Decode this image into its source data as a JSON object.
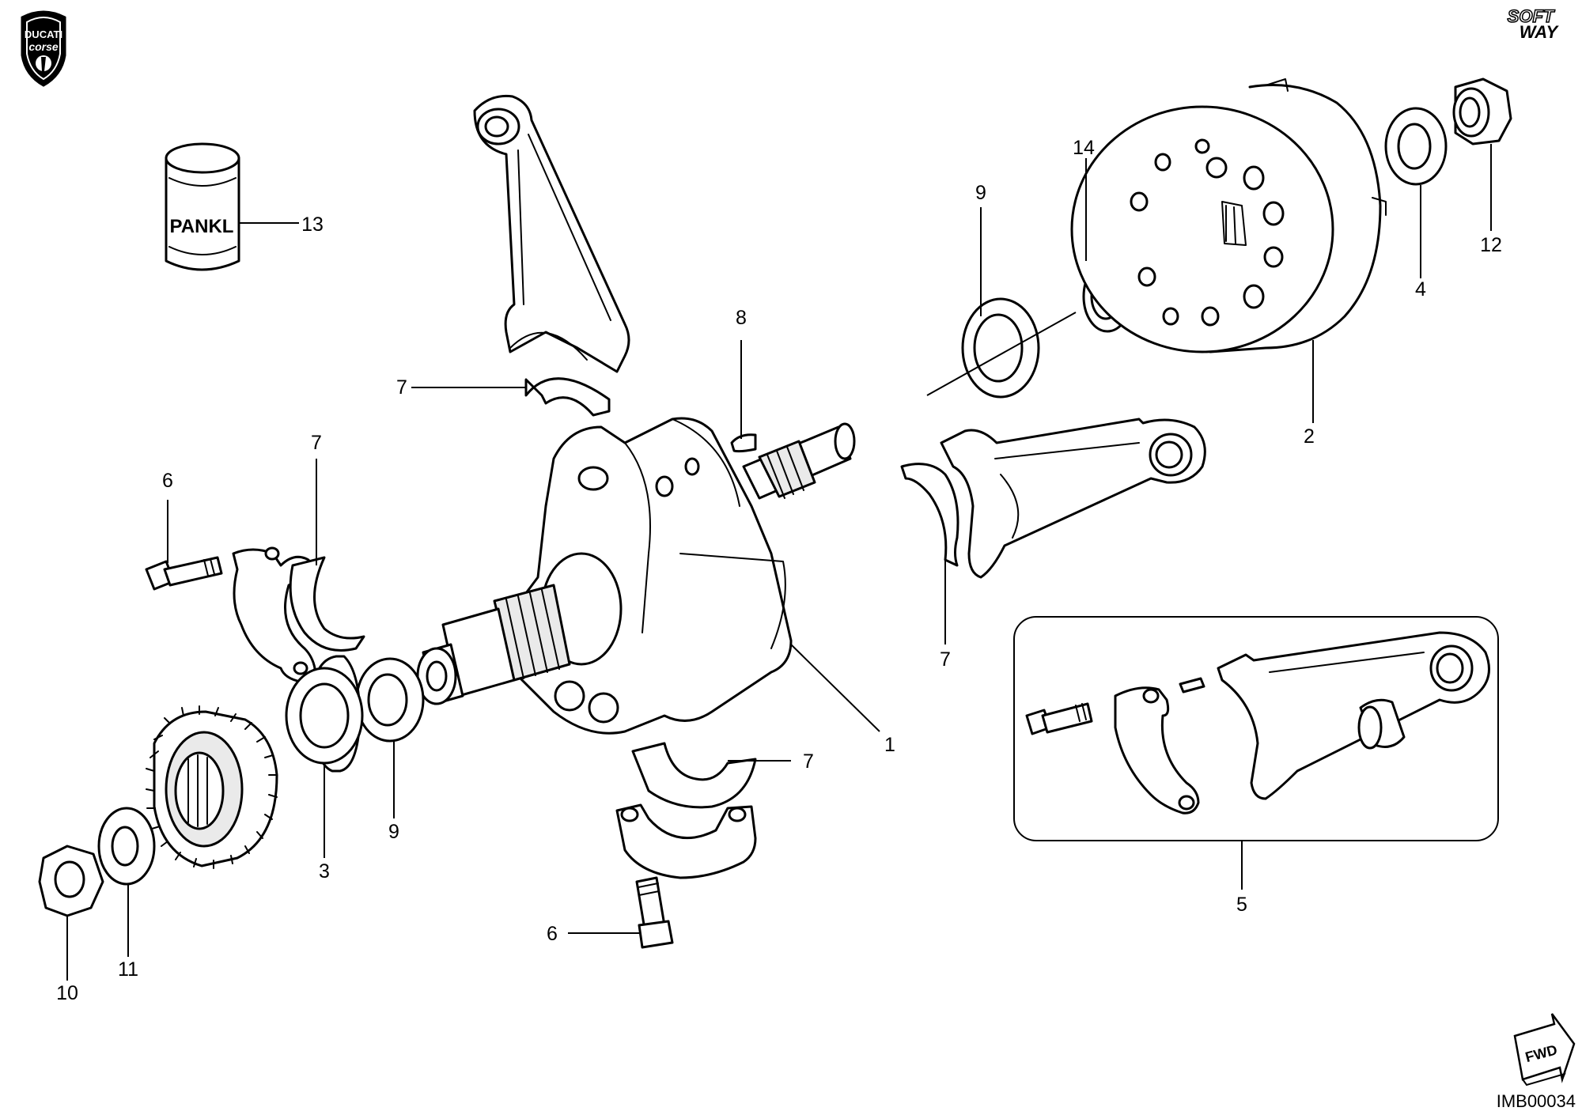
{
  "brand": {
    "logo_line1": "DUCATI",
    "logo_line2": "corse",
    "softway_line1": "SOFT",
    "softway_line2": "WAY"
  },
  "drawing_code": "IMB00034",
  "fwd_label": "FWD",
  "bushing_brand": "PANKL",
  "callouts": {
    "c1": "1",
    "c2": "2",
    "c3": "3",
    "c4": "4",
    "c5": "5",
    "c6a": "6",
    "c6b": "6",
    "c7a": "7",
    "c7b": "7",
    "c7c": "7",
    "c7d": "7",
    "c8": "8",
    "c9a": "9",
    "c9b": "9",
    "c10": "10",
    "c11": "11",
    "c12": "12",
    "c13": "13",
    "c14": "14"
  }
}
